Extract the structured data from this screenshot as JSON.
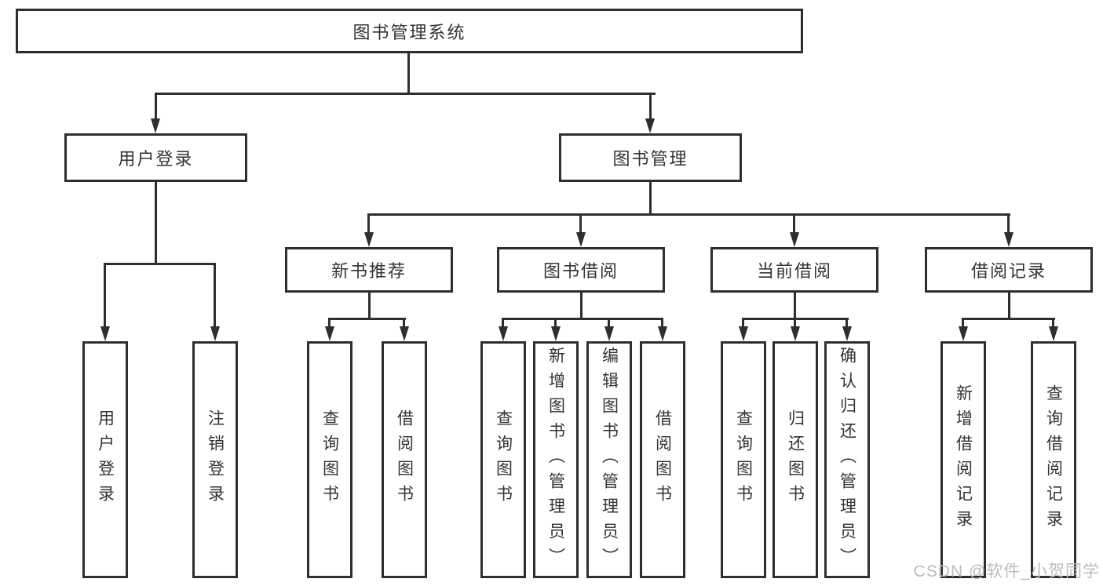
{
  "colors": {
    "line": "#2e2e2e",
    "text": "#333333",
    "background": "#ffffff",
    "watermark": "#bcbcbc"
  },
  "watermark": {
    "text": "CSDN @软件_小贺同学"
  },
  "diagram": {
    "root": "图书管理系统",
    "level2": [
      {
        "label": "用户登录",
        "children": [
          "用户登录",
          "注销登录"
        ]
      },
      {
        "label": "图书管理",
        "children": [
          {
            "label": "新书推荐",
            "children": [
              "查询图书",
              "借阅图书"
            ]
          },
          {
            "label": "图书借阅",
            "children": [
              "查询图书",
              "新增图书（管理员）",
              "编辑图书（管理员）",
              "借阅图书"
            ]
          },
          {
            "label": "当前借阅",
            "children": [
              "查询图书",
              "归还图书",
              "确认归还（管理员）"
            ]
          },
          {
            "label": "借阅记录",
            "children": [
              "新增借阅记录",
              "查询借阅记录"
            ]
          }
        ]
      }
    ]
  }
}
